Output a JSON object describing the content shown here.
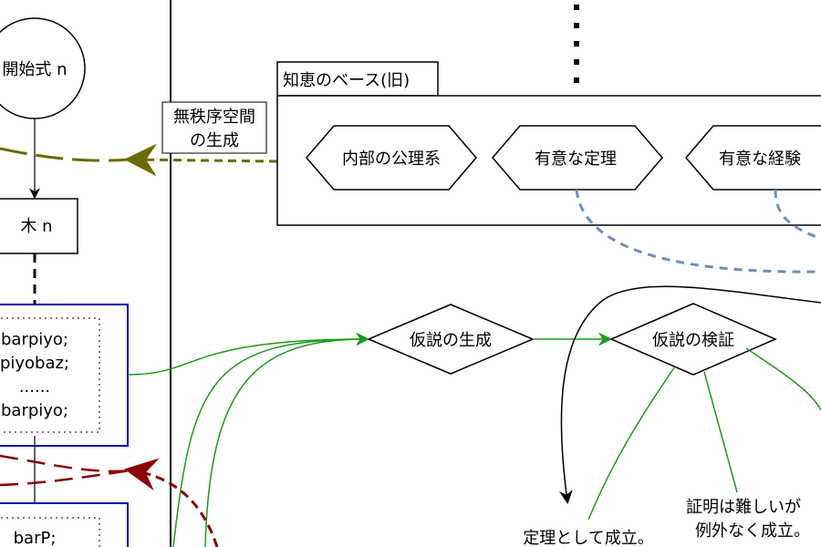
{
  "nodes": {
    "start": "開始式 n",
    "tree": "木 n",
    "chaos_label": [
      "無秩序空間",
      "の生成"
    ],
    "knowledge_base": "知恵のベース(旧)",
    "axioms": "内部の公理系",
    "theorems": "有意な定理",
    "experiences": "有意な経験",
    "code_lines": [
      "barpiyo;",
      "piyobaz;",
      "......",
      "barpiyo;"
    ],
    "code2": "barP;",
    "hypothesis_gen": "仮説の生成",
    "hypothesis_check": "仮説の検証",
    "result_theorem": "定理として成立。",
    "result_hard": [
      "証明は難しいが",
      "例外なく成立。"
    ]
  },
  "colors": {
    "olive": "#6b6b00",
    "green": "#1a9a1a",
    "blue_box": "#0000b0",
    "blue_dashed": "#6c8ebf",
    "dark_red": "#8b0000"
  }
}
